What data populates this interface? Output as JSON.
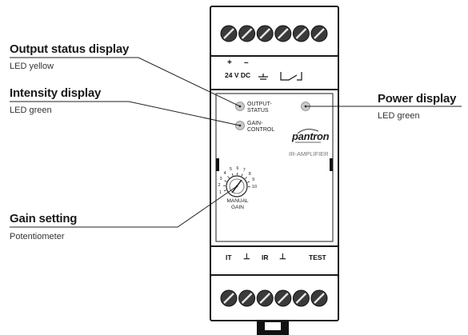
{
  "callouts": {
    "output_status": {
      "title": "Output status display",
      "subtitle": "LED yellow"
    },
    "intensity": {
      "title": "Intensity display",
      "subtitle": "LED green"
    },
    "gain": {
      "title": "Gain setting",
      "subtitle": "Potentiometer"
    },
    "power": {
      "title": "Power display",
      "subtitle": "LED green"
    }
  },
  "device": {
    "power_terminals": {
      "plus": "+",
      "minus": "–",
      "voltage": "24 V DC"
    },
    "led_labels": {
      "output_line1": "OUTPUT-",
      "output_line2": "STATUS",
      "gain_line1": "GAIN-",
      "gain_line2": "CONTROL"
    },
    "brand": "pantron",
    "model": "IR-AMPLIFIER",
    "dial_numbers": [
      "1",
      "2",
      "3",
      "4",
      "5",
      "6",
      "7",
      "8",
      "9",
      "10"
    ],
    "dial_label_line1": "MANUAL",
    "dial_label_line2": "GAIN",
    "bottom_terminals": [
      "IT",
      "⊥",
      "IR",
      "⊥",
      "TEST"
    ]
  },
  "colors": {
    "led_yellow": "#c9c9c9",
    "led_green": "#c9c9c9",
    "callout_line": "#222222",
    "housing_stroke": "#1a1a1a"
  }
}
